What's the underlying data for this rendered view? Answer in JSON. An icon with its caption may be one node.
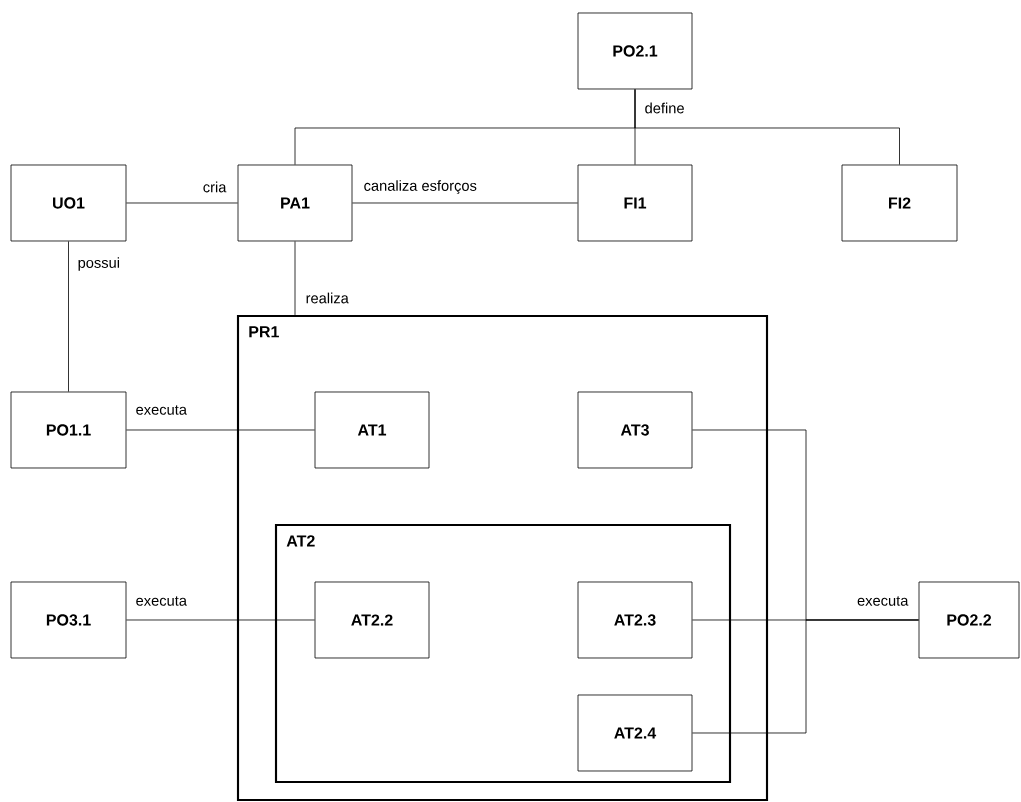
{
  "diagram": {
    "nodes": [
      {
        "text": [
          "PO2.1"
        ]
      },
      {
        "text": [
          "UO1"
        ]
      },
      {
        "text": [
          "PA1"
        ]
      },
      {
        "text": [
          "FI1"
        ]
      },
      {
        "text": [
          "FI2"
        ]
      },
      {
        "text": [
          "PR1"
        ]
      },
      {
        "text": [
          "PO1.1"
        ]
      },
      {
        "text": [
          "AT1"
        ],
        "in": 5
      },
      {
        "text": [
          "AT3"
        ],
        "in": 5
      },
      {
        "text": [
          "AT2"
        ],
        "in": 5
      },
      {
        "text": [
          "PO3.1"
        ]
      },
      {
        "text": [
          "AT2.2"
        ],
        "in": 9
      },
      {
        "text": [
          "AT2.3"
        ],
        "in": 9
      },
      {
        "text": [
          "PO2.2"
        ]
      },
      {
        "text": [
          "AT2.4"
        ],
        "in": 9
      }
    ],
    "edges": [
      {
        "from": 1,
        "to": 2,
        "arrow": "none",
        "label": "cria"
      },
      {
        "from": 2,
        "to": 3,
        "arrow": "none",
        "label": "canaliza esforços"
      },
      {
        "from": 0,
        "to": 3,
        "arrow": "none",
        "label": "define"
      },
      {
        "from": 0,
        "to": 2,
        "arrow": "none"
      },
      {
        "from": 0,
        "to": 4,
        "arrow": "none"
      },
      {
        "from": 1,
        "to": 6,
        "arrow": "none",
        "label": "possui"
      },
      {
        "from": 2,
        "to": 5,
        "arrow": "none",
        "label": "realiza"
      },
      {
        "from": 6,
        "to": 7,
        "arrow": "none",
        "label": "executa"
      },
      {
        "from": 10,
        "to": 11,
        "arrow": "none",
        "label": "executa"
      },
      {
        "from": 12,
        "to": 13,
        "arrow": "none",
        "label": "executa"
      },
      {
        "from": 8,
        "to": 13,
        "arrow": "none"
      },
      {
        "from": 14,
        "to": 13,
        "arrow": "none"
      }
    ]
  }
}
